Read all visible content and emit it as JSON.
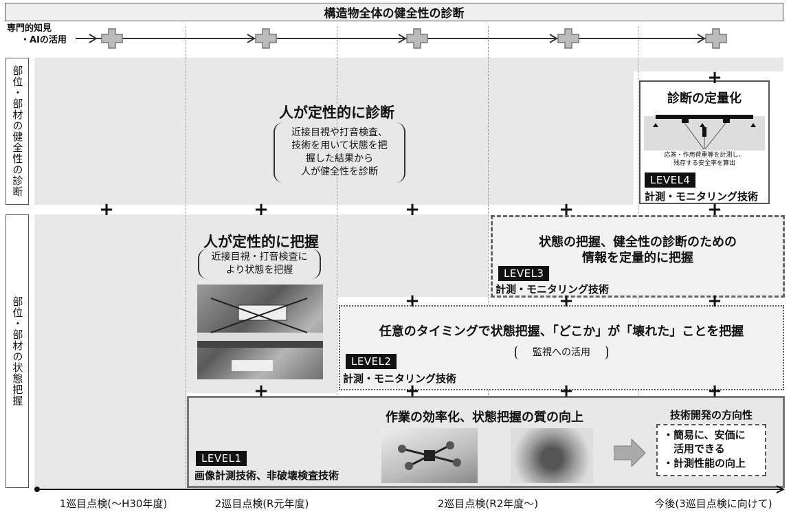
{
  "title": "構造物全体の健全性の診断",
  "expert_label": {
    "line1": "専門的知見",
    "line2": "・AIの活用"
  },
  "side_labels": {
    "upper": "部位・部材の健全性の診断",
    "lower": "部位・部材の状態把握"
  },
  "upper": {
    "heading": "人が定性的に診断",
    "bracket": [
      "近接目視や打音検査、",
      "技術を用いて状態を把",
      "握した結果から",
      "人が健全性を診断"
    ]
  },
  "level4": {
    "heading": "診断の定量化",
    "caption": [
      "応答・作用荷重等を計測し、",
      "残存する安全率を算出"
    ],
    "tag": "LEVEL4",
    "tech": "計測・モニタリング技術"
  },
  "lower_left": {
    "heading": "人が定性的に把握",
    "bracket": [
      "近接目視・打音検査に",
      "より状態を把握"
    ]
  },
  "level3": {
    "heading": [
      "状態の把握、健全性の診断のための",
      "情報を定量的に把握"
    ],
    "tag": "LEVEL3",
    "tech": "計測・モニタリング技術"
  },
  "level2": {
    "heading": "任意のタイミングで状態把握、「どこか」が「壊れた」ことを把握",
    "bracket": "監視への活用",
    "tag": "LEVEL2",
    "tech": "計測・モニタリング技術"
  },
  "level1": {
    "heading": "作業の効率化、状態把握の質の向上",
    "tag": "LEVEL1",
    "tech": "画像計測技術、非破壊検査技術"
  },
  "direction": {
    "title": "技術開発の方向性",
    "items": [
      "・簡易に、安価に",
      "　活用できる",
      "・計測性能の向上"
    ]
  },
  "axis": [
    "1巡目点検(〜H30年度)",
    "2巡目点検(R元年度)",
    "2巡目点検(R2年度〜)",
    "今後(3巡目点検に向けて)"
  ],
  "plus": "+"
}
